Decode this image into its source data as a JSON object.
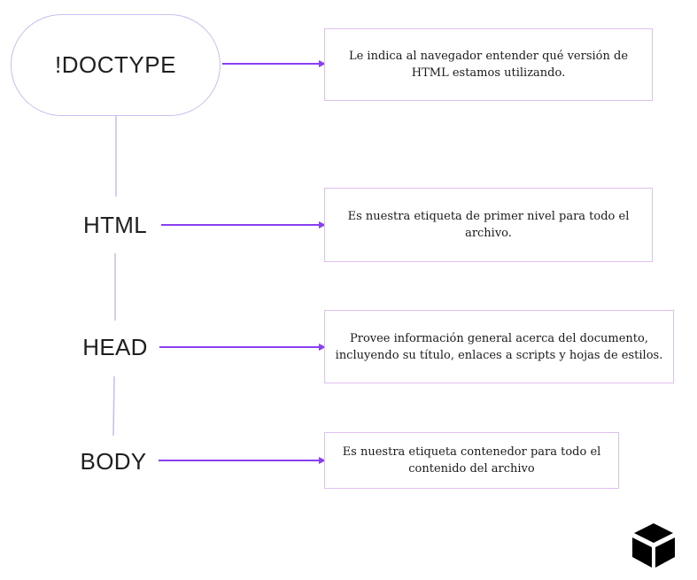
{
  "nodes": [
    {
      "id": "doctype",
      "label": "!DOCTYPE",
      "description": "Le indica al navegador entender qué versión de HTML estamos utilizando."
    },
    {
      "id": "html",
      "label": "HTML",
      "description": "Es nuestra etiqueta de primer nivel para todo el archivo."
    },
    {
      "id": "head",
      "label": "HEAD",
      "description": "Provee información general acerca del documento, incluyendo su título, enlaces a scripts y hojas de estilos."
    },
    {
      "id": "body",
      "label": "BODY",
      "description": "Es nuestra etiqueta contenedor para todo el contenido del archivo"
    }
  ],
  "colors": {
    "arrow": "#8a3ff0",
    "trunk": "#c8baf2",
    "pill_border": "#cbbef0",
    "box_border": "#e3bff0",
    "logo": "#000000"
  },
  "icons": {
    "logo": "cube-logo-icon"
  }
}
